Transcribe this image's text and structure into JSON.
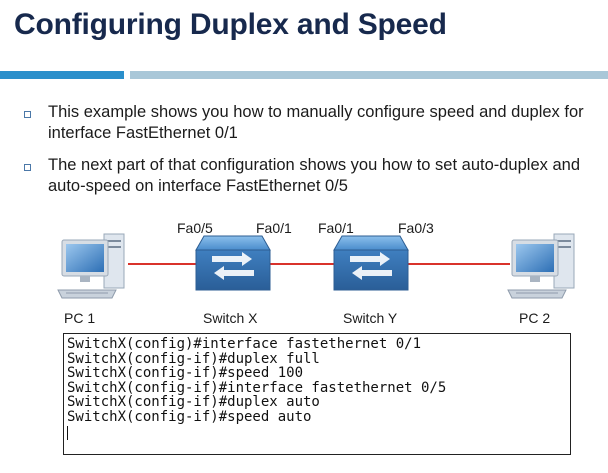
{
  "slide": {
    "title": "Configuring Duplex and Speed",
    "bullets": [
      "This example shows you how to manually configure speed and duplex for interface FastEthernet 0/1",
      "The next part of that configuration shows you how to set auto-duplex and auto-speed on interface FastEthernet 0/5"
    ]
  },
  "diagram": {
    "devices": {
      "pc1": "PC 1",
      "switch_x": "Switch X",
      "switch_y": "Switch Y",
      "pc2": "PC 2"
    },
    "ports": {
      "switch_x_left": "Fa0/5",
      "switch_x_right": "Fa0/1",
      "switch_y_left": "Fa0/1",
      "switch_y_right": "Fa0/3"
    },
    "link_color": "#d9322b",
    "switch_color": "#3a7fc0"
  },
  "terminal": {
    "lines": [
      "SwitchX(config)#interface fastethernet 0/1",
      "SwitchX(config-if)#duplex full",
      "SwitchX(config-if)#speed 100",
      "SwitchX(config-if)#interface fastethernet 0/5",
      "SwitchX(config-if)#duplex auto",
      "SwitchX(config-if)#speed auto"
    ]
  }
}
